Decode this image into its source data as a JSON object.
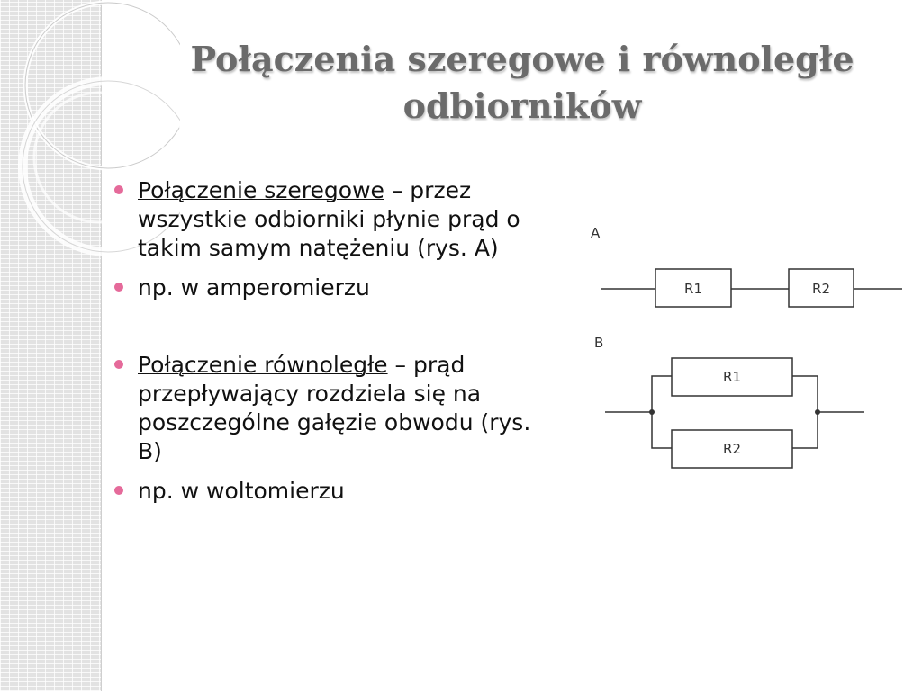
{
  "slide": {
    "title_line1": "Połączenia szeregowe i równoległe",
    "title_line2": "odbiorników"
  },
  "bullets": [
    {
      "term": "Połączenie szeregowe",
      "rest": " – przez wszystkie odbiorniki  płynie prąd o takim samym natężeniu (rys. A)"
    },
    {
      "text": "np.  w amperomierzu"
    },
    {
      "term": "Połączenie równoległe",
      "rest": " – prąd przepływający rozdziela się na poszczególne gałęzie obwodu (rys. B)"
    },
    {
      "text": "np.  w woltomierzu"
    }
  ],
  "diagram": {
    "label_a": "A",
    "label_b": "B",
    "series": {
      "r1": "R1",
      "r2": "R2"
    },
    "parallel": {
      "r1": "R1",
      "r2": "R2"
    }
  },
  "colors": {
    "bullet": "#e56a9a",
    "title": "#6b6b6b",
    "wire": "#333333"
  }
}
